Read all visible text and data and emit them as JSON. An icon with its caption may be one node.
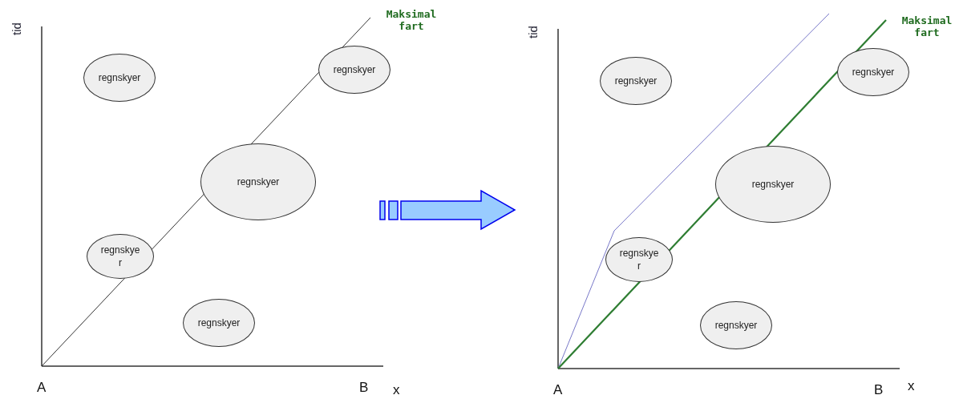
{
  "diagram": {
    "nodes": [
      {
        "text": [
          "regnskyer"
        ]
      },
      {
        "text": [
          "regnskyer"
        ]
      },
      {
        "text": [
          "regnskyer"
        ]
      },
      {
        "text": [
          "regnskyer"
        ]
      },
      {
        "text": [
          "regnskyer"
        ]
      },
      {
        "text": [
          "regnskyer"
        ]
      },
      {
        "text": [
          "regnskyer"
        ]
      },
      {
        "text": [
          "regnskyer"
        ]
      },
      {
        "text": [
          "regnskyer"
        ]
      },
      {
        "text": [
          "regnskyer"
        ]
      }
    ],
    "labels": [
      "tid",
      "Maksimal fart",
      "A",
      "B",
      "x",
      "tid",
      "Maksimal fart",
      "A",
      "B",
      "x"
    ]
  }
}
